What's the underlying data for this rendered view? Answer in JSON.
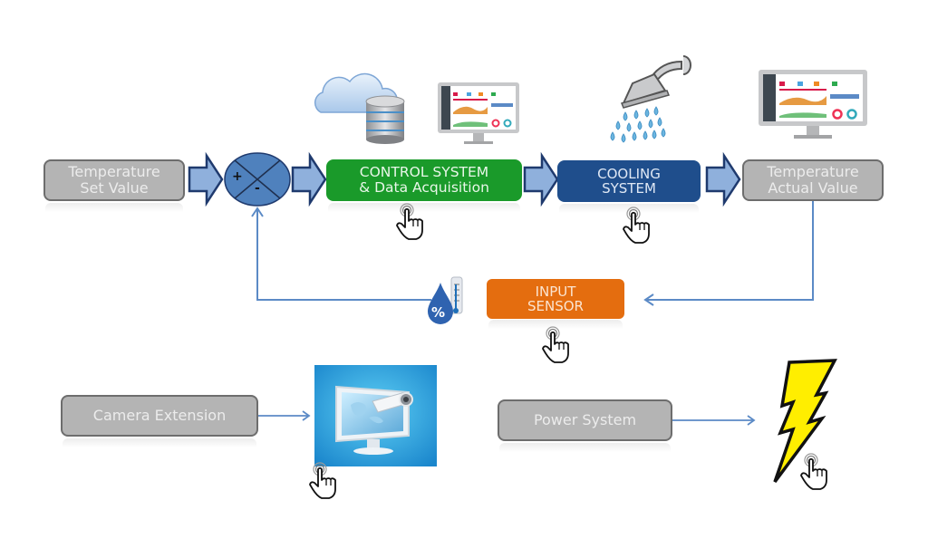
{
  "diagram": {
    "nodes": {
      "set_value": {
        "line1": "Temperature",
        "line2": "Set Value"
      },
      "comparator": {
        "plus": "+",
        "minus": "-"
      },
      "control_system": {
        "line1": "CONTROL SYSTEM",
        "line2": "& Data Acquisition"
      },
      "cooling_system": {
        "line1": "COOLING",
        "line2": "SYSTEM"
      },
      "actual_value": {
        "line1": "Temperature",
        "line2": "Actual Value"
      },
      "input_sensor": {
        "line1": "INPUT",
        "line2": "SENSOR"
      },
      "camera_extension": {
        "label": "Camera Extension"
      },
      "power_system": {
        "label": "Power System"
      }
    },
    "sensor_icon": {
      "symbol": "%"
    },
    "colors": {
      "grey_box": "#b4b4b4",
      "green_box": "#1a9a2a",
      "navy_box": "#1f4e8c",
      "orange_box": "#e46d0f",
      "arrow_fill": "#8fb0dc",
      "arrow_stroke": "#1f3a6e",
      "connector": "#5b8ac6",
      "bolt": "#ffee00"
    }
  }
}
